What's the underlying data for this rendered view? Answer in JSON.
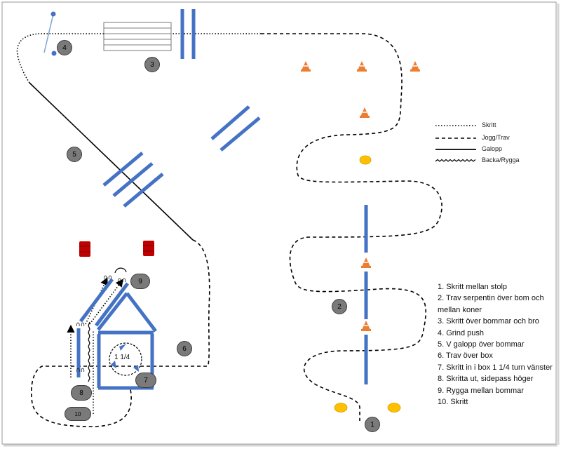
{
  "legend": [
    {
      "style": "dotted",
      "label": "Skritt"
    },
    {
      "style": "dashed",
      "label": "Jogg/Trav"
    },
    {
      "style": "solid",
      "label": "Galopp"
    },
    {
      "style": "wavy",
      "label": "Backa/Rygga"
    }
  ],
  "instructions": [
    "1. Skritt mellan stolp",
    "2. Trav serpentin över bom och mellan koner",
    "3. Skritt över bommar och bro",
    "4. Grind push",
    "5. V galopp över bommar",
    "6. Trav över box",
    "7. Skritt in i box 1 1/4 turn vänster",
    "8. Skritta ut, sidepass höger",
    "9. Rygga mellan bommar",
    "10. Skritt"
  ],
  "markers": [
    "1",
    "2",
    "3",
    "4",
    "5",
    "6",
    "7",
    "8",
    "9",
    "10"
  ],
  "turn_label": "1 1/4",
  "colors": {
    "pole": "#4472c4",
    "cone": "#ed7d31",
    "barrel": "#c00000",
    "spot": "#ffc000",
    "badge": "#7a7a7a"
  }
}
